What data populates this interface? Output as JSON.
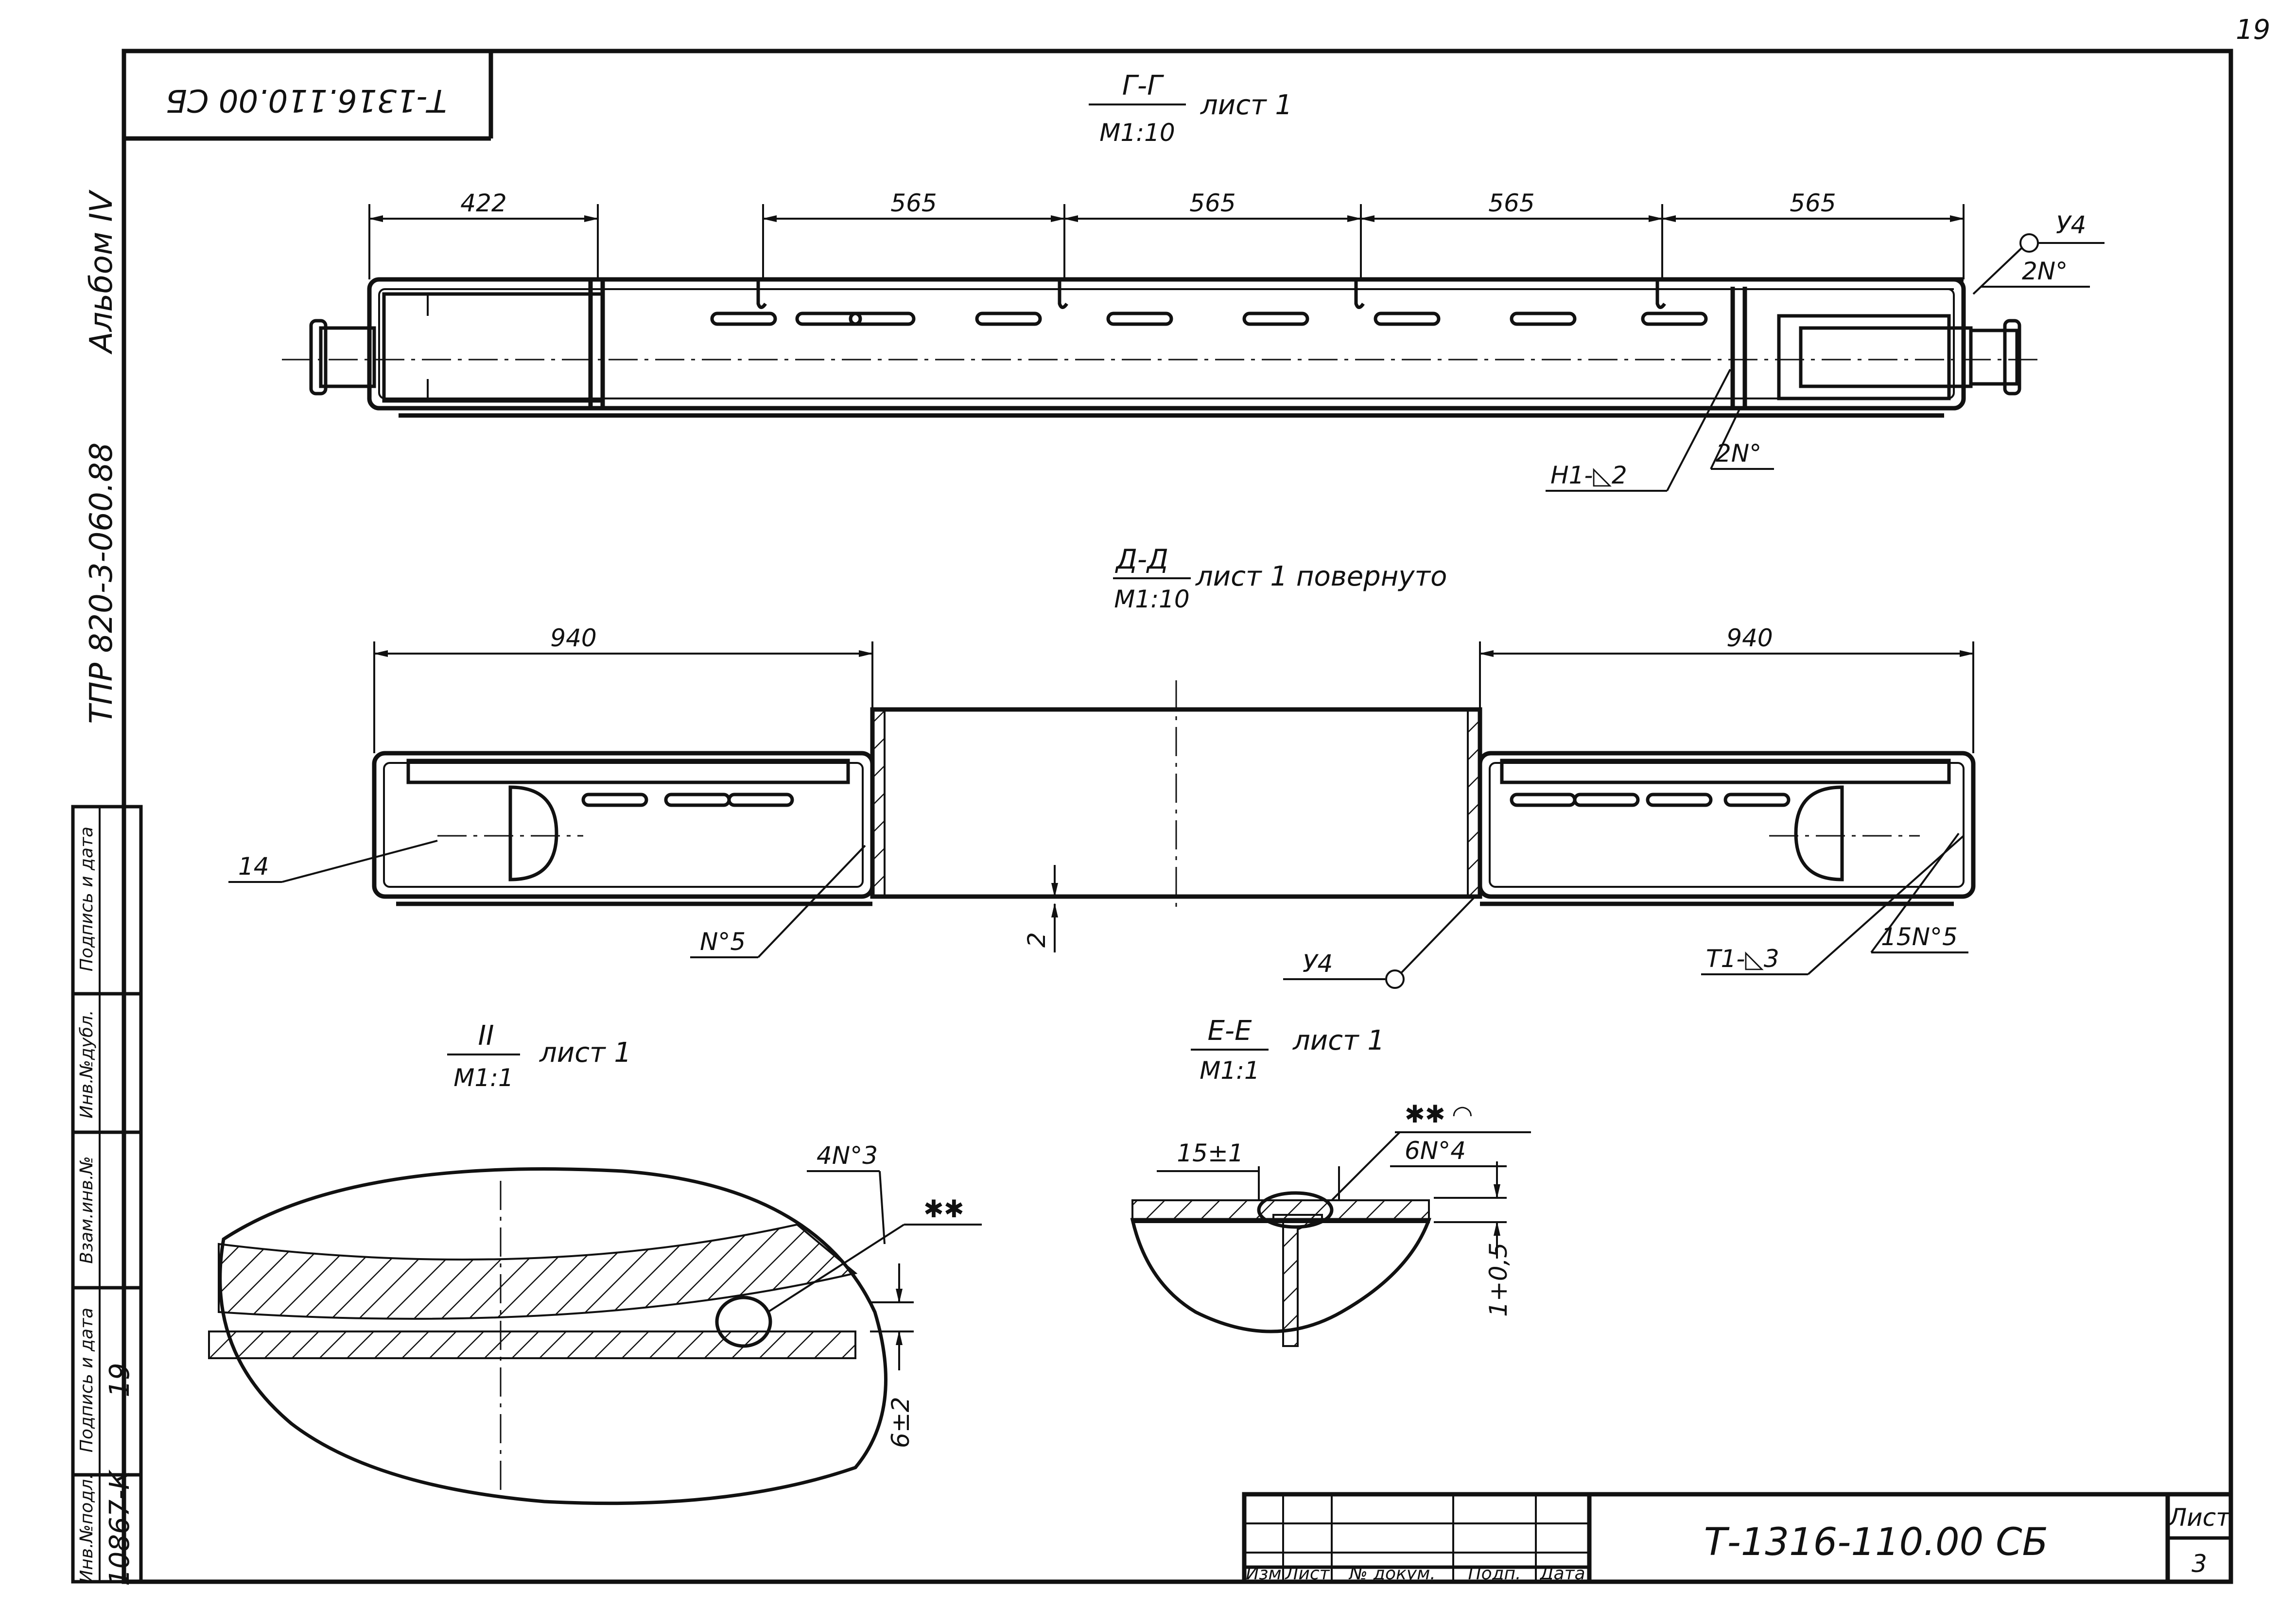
{
  "sheet": {
    "page_number": "19",
    "top_stamp": "Т-1316.110.00 СБ",
    "side_album": "Альбом IV",
    "side_series": "ТПР 820-3-060.88"
  },
  "side_table": {
    "labels": [
      "Инв.№подл.",
      "Подпись и дата",
      "Взам.инв.№",
      "Инв.№дубл.",
      "Подпись и дата"
    ],
    "values": [
      "10867-К",
      "19"
    ]
  },
  "views": {
    "gg": {
      "title": "Г-Г",
      "scale": "М1:10",
      "sheet_ref": "лист 1",
      "dims": [
        "422",
        "565",
        "565",
        "565",
        "565"
      ],
      "callouts": {
        "u4": "У4",
        "seam_top": "2N°",
        "seam_bottom": "2N°",
        "weld": "Н1-◺2"
      }
    },
    "dd": {
      "title": "Д-Д",
      "scale": "М1:10",
      "sheet_ref": "лист 1 повернуто",
      "dims": [
        "940",
        "940"
      ],
      "callouts": {
        "part14": "14",
        "n5": "N°5",
        "u4": "У4",
        "gap": "2",
        "n15": "15N°5",
        "weld": "Т1-◺3"
      }
    },
    "ii": {
      "title": "II",
      "scale": "М1:1",
      "sheet_ref": "лист 1",
      "callouts": {
        "n4": "4N°3",
        "stars": "✱✱",
        "gap": "6±2"
      }
    },
    "ee": {
      "title": "Е-Е",
      "scale": "М1:1",
      "sheet_ref": "лист 1",
      "callouts": {
        "dim15": "15±1",
        "stars": "✱✱ ◠",
        "n6": "6N°4",
        "gap": "1+0,5"
      }
    }
  },
  "title_block": {
    "designation": "Т-1316-110.00 СБ",
    "sheet_label": "Лист",
    "sheet_number": "3",
    "columns": [
      "Изм",
      "Лист",
      "№ докум.",
      "Подп.",
      "Дата"
    ]
  }
}
